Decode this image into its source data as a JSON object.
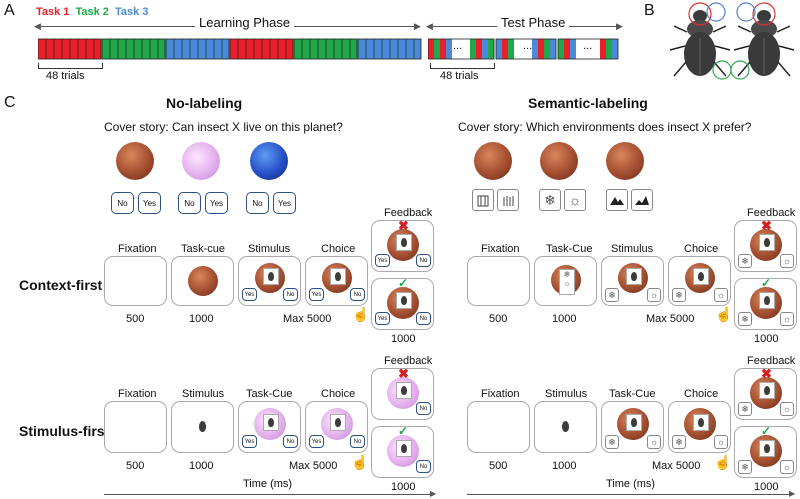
{
  "panel_letters": {
    "a": "A",
    "b": "B",
    "c": "C"
  },
  "tasks": [
    {
      "label": "Task 1",
      "color": "#e8202a"
    },
    {
      "label": "Task 2",
      "color": "#20a84a"
    },
    {
      "label": "Task 3",
      "color": "#4a8ad8"
    }
  ],
  "learning_phase": "Learning Phase",
  "test_phase": "Test Phase",
  "trials_left": "48 trials",
  "trials_right": "48 trials",
  "ellipsis": "...",
  "no_labeling": {
    "title": "No-labeling",
    "cover_story": "Cover story: Can insect X live on this planet?",
    "buttons": [
      "No",
      "Yes"
    ]
  },
  "semantic_labeling": {
    "title": "Semantic-labeling",
    "cover_story": "Cover story: Which environments does insect X prefer?"
  },
  "rows": {
    "context_first": "Context-first",
    "stimulus_first": "Stimulus-first"
  },
  "steps": {
    "fixation": "Fixation",
    "task_cue": "Task-cue",
    "task_cue_cap": "Task-Cue",
    "stimulus": "Stimulus",
    "choice": "Choice",
    "feedback": "Feedback"
  },
  "durations": {
    "d500": "500",
    "d1000": "1000",
    "max5000": "Max 5000",
    "fb1000": "1000"
  },
  "time_axis": "Time (ms)",
  "small_yes": "Yes",
  "small_no": "No",
  "feedback_wrong": "✖",
  "feedback_right": "✓",
  "icons": {
    "building": "building-icon",
    "wheat": "wheat-icon",
    "snow": "❄",
    "sun": "☼",
    "mountain": "mountain-icon",
    "grass": "grass-icon"
  }
}
